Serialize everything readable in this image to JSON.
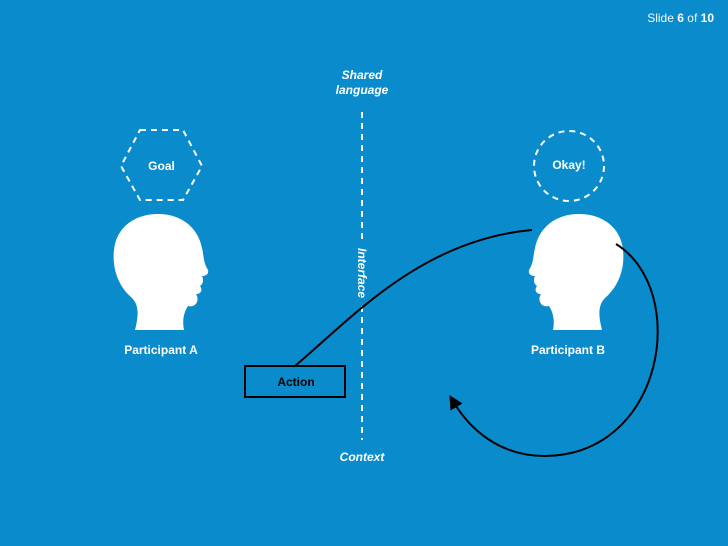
{
  "slide_counter": {
    "label": "Slide",
    "current": "6",
    "separator": "of",
    "total": "10"
  },
  "diagram": {
    "shared_language": [
      "Shared",
      "language"
    ],
    "interface": "Interface",
    "context": "Context",
    "goal": "Goal",
    "okay": "Okay!",
    "participant_a": "Participant A",
    "participant_b": "Participant B",
    "action": "Action"
  },
  "colors": {
    "background": "#0a8ccc",
    "foreground": "#ffffff",
    "ink": "#000000"
  }
}
